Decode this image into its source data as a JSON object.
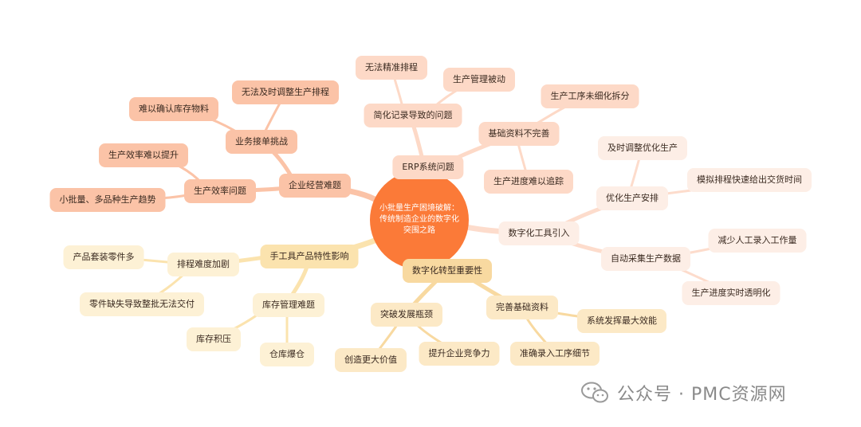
{
  "center": {
    "label": "小批量生产困境破解：传统制造企业的数字化突围之路"
  },
  "branches": {
    "b1": {
      "label": "企业经营难题",
      "s1": {
        "label": "业务接单挑战",
        "l1": "无法及时调整生产排程",
        "l2": "难以确认库存物料"
      },
      "s2": {
        "label": "生产效率问题",
        "l1": "生产效率难以提升",
        "l2": "小批量、多品种生产趋势"
      }
    },
    "b2": {
      "label": "ERP系统问题",
      "s1": {
        "label": "简化记录导致的问题",
        "l1": "无法精准排程",
        "l2": "生产管理被动"
      },
      "s2": {
        "label": "基础资料不完善",
        "l1": "生产工序未细化拆分",
        "l2": "生产进度难以追踪"
      }
    },
    "b3": {
      "label": "数字化工具引入",
      "s1": {
        "label": "优化生产安排",
        "l1": "及时调整优化生产",
        "l2": "模拟排程快速给出交货时间"
      },
      "s2": {
        "label": "自动采集生产数据",
        "l1": "减少人工录入工作量",
        "l2": "生产进度实时透明化"
      }
    },
    "b4": {
      "label": "数字化转型重要性",
      "s1": {
        "label": "突破发展瓶颈",
        "l1": "创造更大价值",
        "l2": "提升企业竞争力"
      },
      "s2": {
        "label": "完善基础资料",
        "l1": "系统发挥最大效能",
        "l2": "准确录入工序细节"
      }
    },
    "b5": {
      "label": "手工具产品特性影响",
      "s1": {
        "label": "排程难度加剧",
        "l1": "产品套装零件多",
        "l2": "零件缺失导致整批无法交付"
      },
      "s2": {
        "label": "库存管理难题",
        "l1": "库存积压",
        "l2": "仓库爆仓"
      }
    }
  },
  "watermark": {
    "text": "公众号 · PMC资源网",
    "icon": "wechat-icon"
  },
  "colors": {
    "center": "#fb7a38",
    "orange_branch": "#fbc3a7",
    "peach_branch": "#fdd9c7",
    "yellow_branch": "#fbe3ae",
    "gold_branch": "#f8d9a0"
  }
}
